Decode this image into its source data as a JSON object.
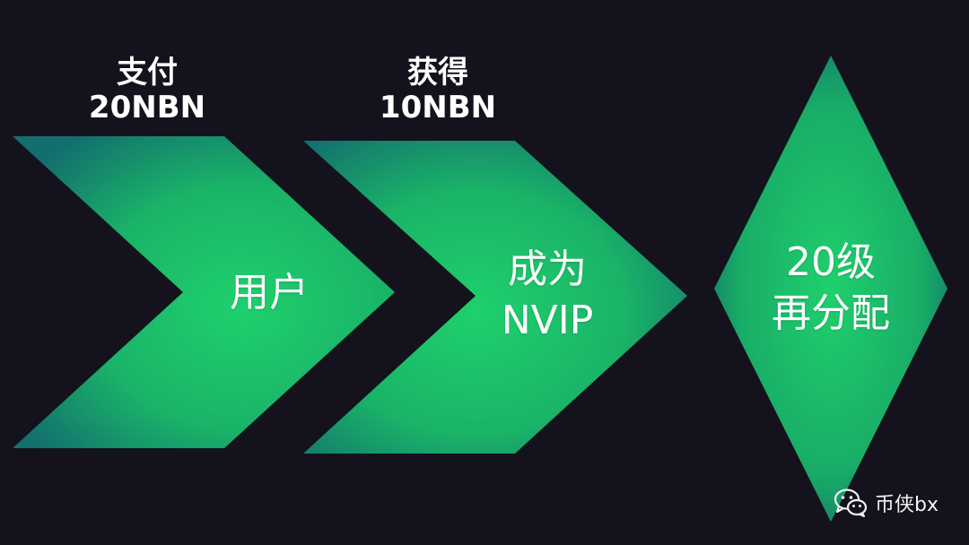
{
  "step1": {
    "top_line1": "支付",
    "top_line2": "20NBN",
    "label": "用户"
  },
  "step2": {
    "top_line1": "获得",
    "top_line2": "10NBN",
    "label_line1": "成为",
    "label_line2": "NVIP"
  },
  "step3": {
    "label_line1": "20级",
    "label_line2": "再分配"
  },
  "watermark": {
    "text": "币侠bx",
    "icon": "wechat-icon"
  },
  "colors": {
    "background": "#14121c",
    "shape_center": "#1fd06d",
    "shape_edge": "#136e6e"
  }
}
